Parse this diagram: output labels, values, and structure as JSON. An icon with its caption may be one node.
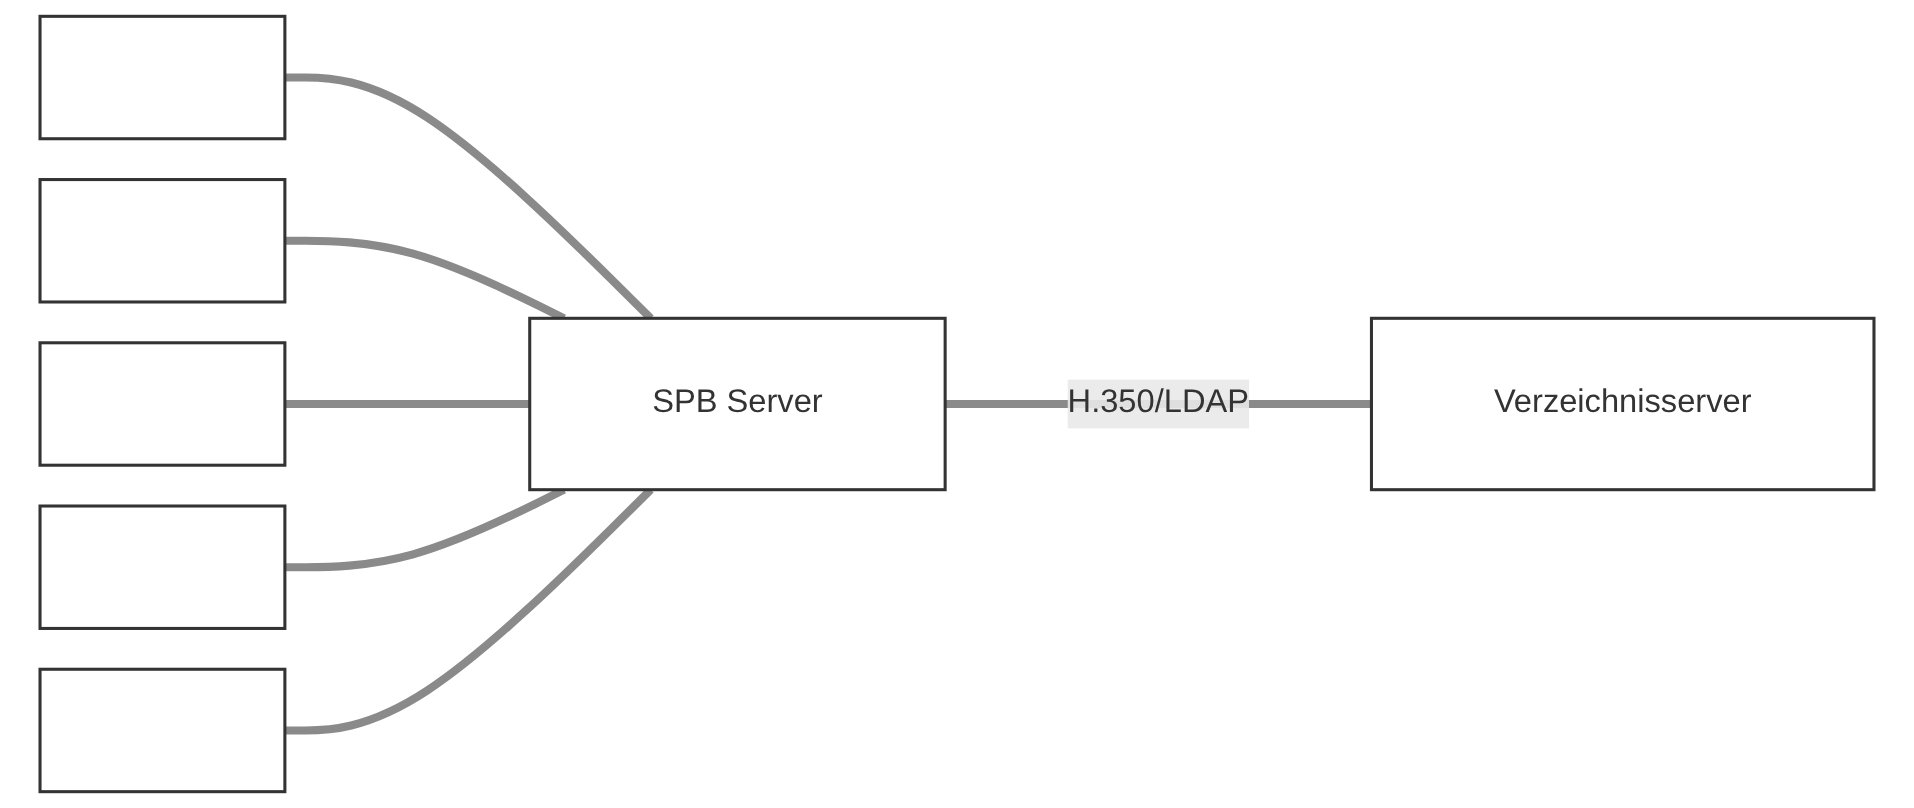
{
  "diagram": {
    "nodes": [
      {
        "text": [],
        "shape": "box"
      },
      {
        "text": [],
        "shape": "box"
      },
      {
        "text": [],
        "shape": "box"
      },
      {
        "text": [],
        "shape": "box"
      },
      {
        "text": [],
        "shape": "box"
      },
      {
        "text": [
          "SPB Server"
        ]
      },
      {
        "text": [
          "Verzeichnisserver"
        ]
      }
    ],
    "edges": [
      {
        "from": 0,
        "to": 5,
        "arrow": "none"
      },
      {
        "from": 1,
        "to": 5,
        "arrow": "none"
      },
      {
        "from": 2,
        "to": 5,
        "arrow": "none"
      },
      {
        "from": 3,
        "to": 5,
        "arrow": "none"
      },
      {
        "from": 4,
        "to": 5,
        "arrow": "none"
      },
      {
        "from": 5,
        "to": 6,
        "arrow": "none",
        "label": "H.350/LDAP"
      }
    ]
  }
}
